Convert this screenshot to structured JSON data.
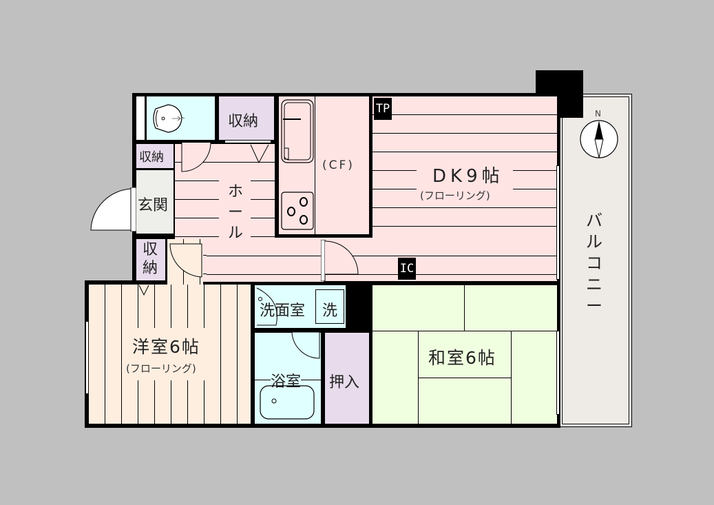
{
  "colors": {
    "background": "#c0c0c0",
    "flooring_pink": "#ffe4e4",
    "western_room": "#fdeee0",
    "wet_area": "#e0ffff",
    "storage": "#e8dcec",
    "tatami": "#f0ffe0",
    "entrance": "#eeeeea",
    "balcony": "#eeeae6",
    "wall": "#000000"
  },
  "rooms": {
    "toilet": {
      "label": ""
    },
    "storage_top": {
      "label": "収納"
    },
    "storage_left": {
      "label": "収納"
    },
    "entrance": {
      "label": "玄関"
    },
    "storage_small": {
      "label": "収\n納",
      "line1": "収",
      "line2": "納"
    },
    "hall": {
      "label": "ホール",
      "chars": [
        "ホ",
        "ー",
        "ル"
      ]
    },
    "kitchen": {
      "label": "(CF)"
    },
    "dk": {
      "label": "DK9帖",
      "sub": "(フローリング)"
    },
    "western": {
      "label": "洋室6帖",
      "sub": "(フローリング)"
    },
    "washroom": {
      "label": "洗面室",
      "washer": "洗"
    },
    "bathroom": {
      "label": "浴室"
    },
    "closet": {
      "label": "押入"
    },
    "japanese": {
      "label": "和室6帖"
    },
    "balcony": {
      "label": "バルコニー",
      "chars": [
        "バ",
        "ル",
        "コ",
        "ニ",
        "ー"
      ]
    }
  },
  "tags": {
    "tp": "TP",
    "ic": "IC"
  },
  "compass": {
    "north_label": "N"
  }
}
